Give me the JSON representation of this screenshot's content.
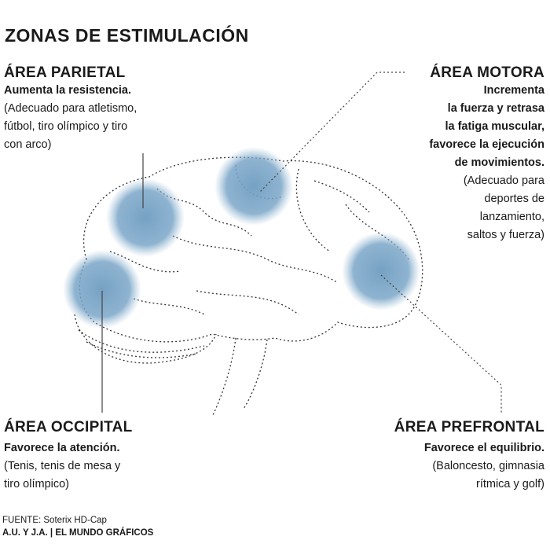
{
  "title": "ZONAS DE ESTIMULACIÓN",
  "areas": {
    "parietal": {
      "heading": "ÁREA PARIETAL",
      "lead": "Aumenta la resistencia.",
      "lines": [
        "(Adecuado para atletismo,",
        "fútbol, tiro olímpico y tiro",
        "con arco)"
      ]
    },
    "motora": {
      "heading": "ÁREA MOTORA",
      "lines": [
        "Incrementa",
        "la fuerza y retrasa",
        "la fatiga muscular,",
        "favorece la ejecución",
        "de movimientos.",
        "(Adecuado para",
        "deportes de",
        "lanzamiento,",
        "saltos y fuerza)"
      ]
    },
    "occipital": {
      "heading": "ÁREA OCCIPITAL",
      "lead": "Favorece la atención.",
      "lines": [
        "(Tenis, tenis de mesa y",
        "tiro olímpico)"
      ]
    },
    "prefrontal": {
      "heading": "ÁREA PREFRONTAL",
      "lead": "Favorece el equilibrio.",
      "lines": [
        "(Baloncesto, gimnasia",
        "rítmica y golf)"
      ]
    }
  },
  "footer": {
    "source": "FUENTE: Soterix HD-Cap",
    "credit": "A.U. Y J.A. | EL MUNDO GRÁFICOS"
  },
  "colors": {
    "highlight": "#6f9cc0",
    "text": "#1a1a1a"
  }
}
